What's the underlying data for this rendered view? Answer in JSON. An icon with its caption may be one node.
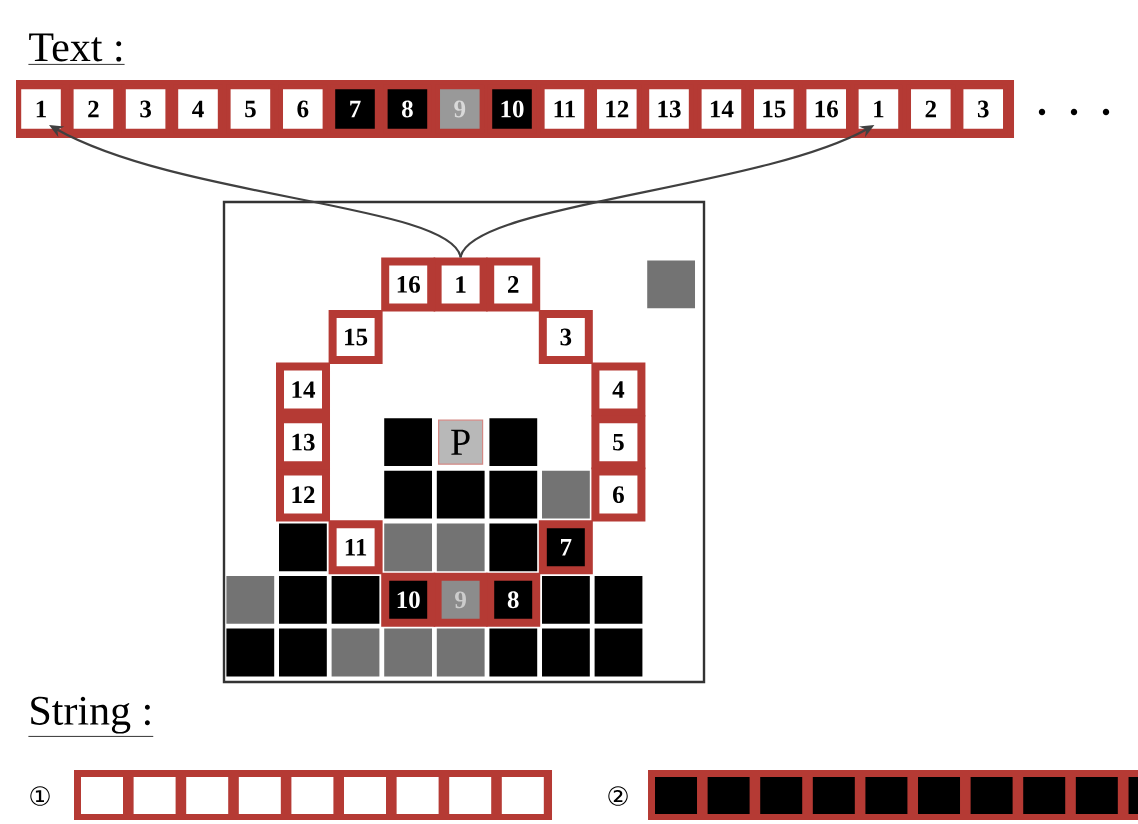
{
  "diagram": {
    "nodes": [
      {
        "text": [
          "1"
        ]
      },
      {
        "text": [
          "2"
        ]
      },
      {
        "text": [
          "3"
        ]
      },
      {
        "text": [
          "4"
        ]
      },
      {
        "text": [
          "5"
        ]
      },
      {
        "text": [
          "6"
        ]
      },
      {
        "text": [
          "7"
        ]
      },
      {
        "text": [
          "8"
        ]
      },
      {
        "text": [
          "9"
        ]
      },
      {
        "text": [
          "10"
        ]
      },
      {
        "text": [
          "11"
        ]
      },
      {
        "text": [
          "12"
        ]
      },
      {
        "text": [
          "13"
        ]
      },
      {
        "text": [
          "14"
        ]
      },
      {
        "text": [
          "15"
        ]
      },
      {
        "text": [
          "16"
        ]
      },
      {
        "text": [
          "1"
        ]
      },
      {
        "text": [
          "2"
        ]
      },
      {
        "text": [
          "3"
        ]
      },
      {
        "text": [
          "1"
        ]
      },
      {
        "text": [
          "2"
        ]
      },
      {
        "text": [
          "3"
        ]
      },
      {
        "text": [
          "4"
        ]
      },
      {
        "text": [
          "5"
        ]
      },
      {
        "text": [
          "6"
        ]
      },
      {
        "text": [
          "7"
        ]
      },
      {
        "text": [
          "8"
        ]
      },
      {
        "text": [
          "9"
        ]
      },
      {
        "text": [
          "10"
        ]
      },
      {
        "text": [
          "11"
        ]
      },
      {
        "text": [
          "12"
        ]
      },
      {
        "text": [
          "13"
        ]
      },
      {
        "text": [
          "14"
        ]
      },
      {
        "text": [
          "15"
        ]
      },
      {
        "text": [
          "16"
        ]
      },
      {
        "text": [
          "P"
        ]
      }
    ],
    "edges": [
      {
        "from": 19,
        "to": 0,
        "arrow": "to"
      },
      {
        "from": 19,
        "to": 16,
        "arrow": "to"
      }
    ],
    "labels": [
      "Text :",
      "String :",
      "①",
      "②"
    ]
  }
}
